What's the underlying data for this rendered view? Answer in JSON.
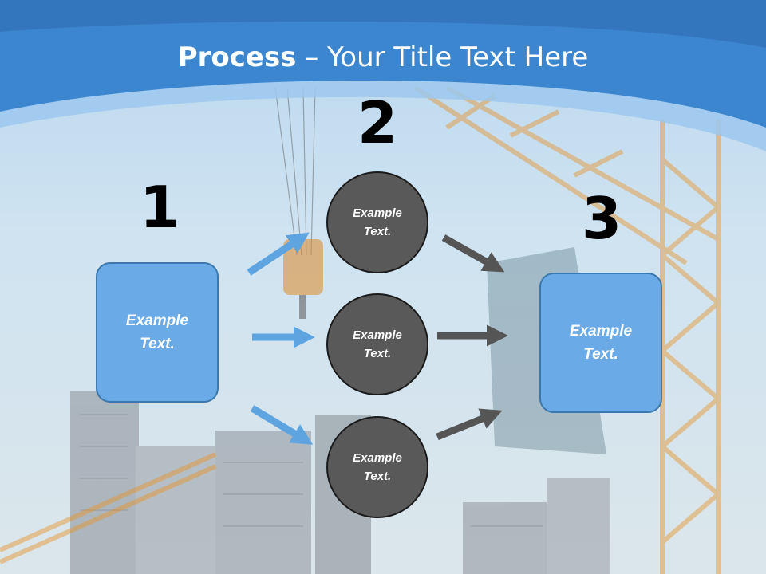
{
  "title": {
    "bold": "Process",
    "rest": " – Your Title Text Here"
  },
  "steps": {
    "one": "1",
    "two": "2",
    "three": "3"
  },
  "left_box": {
    "text": "Example Text."
  },
  "circles": [
    {
      "text": "Example Text."
    },
    {
      "text": "Example Text."
    },
    {
      "text": "Example Text."
    }
  ],
  "right_box": {
    "text": "Example Text."
  },
  "colors": {
    "header_blue": "#3b86cf",
    "box_fill": "#6aaae6",
    "circle_fill": "#595959",
    "blue_arrow": "#5ea4e0",
    "dark_arrow": "#555555"
  }
}
